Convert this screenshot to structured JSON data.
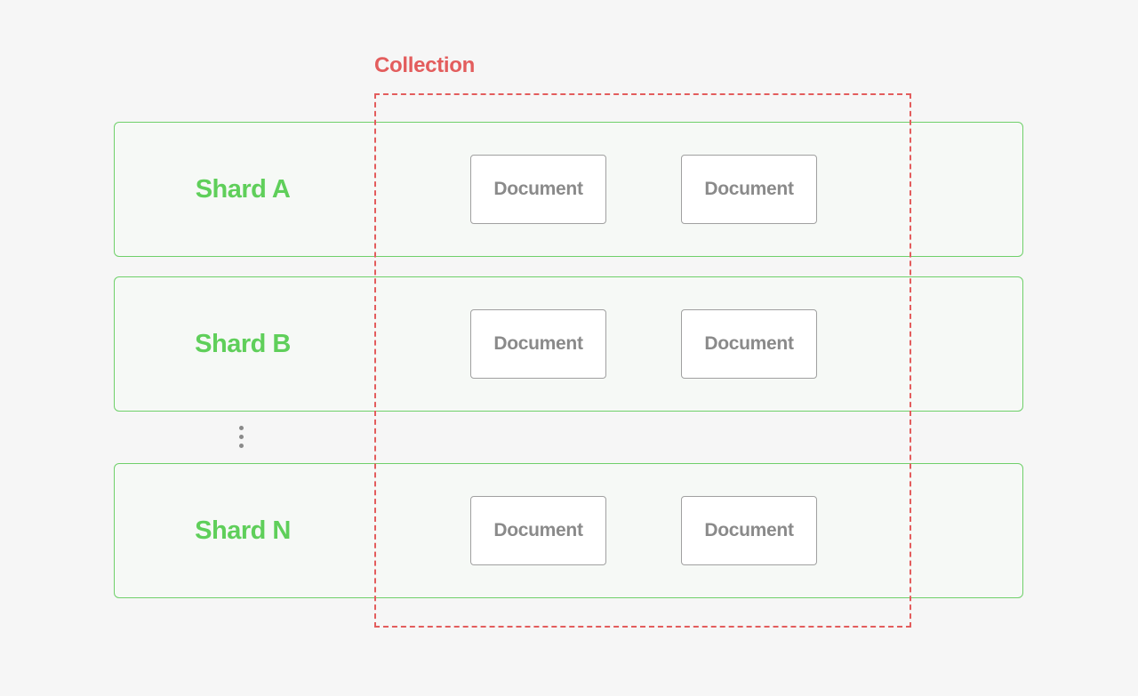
{
  "collection": {
    "label": "Collection",
    "border_color": "#e35d5d"
  },
  "shards": [
    {
      "label": "Shard A",
      "documents": [
        "Document",
        "Document"
      ]
    },
    {
      "label": "Shard B",
      "documents": [
        "Document",
        "Document"
      ]
    },
    {
      "label": "Shard N",
      "documents": [
        "Document",
        "Document"
      ]
    }
  ],
  "colors": {
    "shard_border": "#6fd06a",
    "shard_label": "#5fcf5a",
    "document_text": "#8a8a8a",
    "background": "#f6f6f6"
  },
  "ellipsis_icon": "vertical-ellipsis-icon"
}
